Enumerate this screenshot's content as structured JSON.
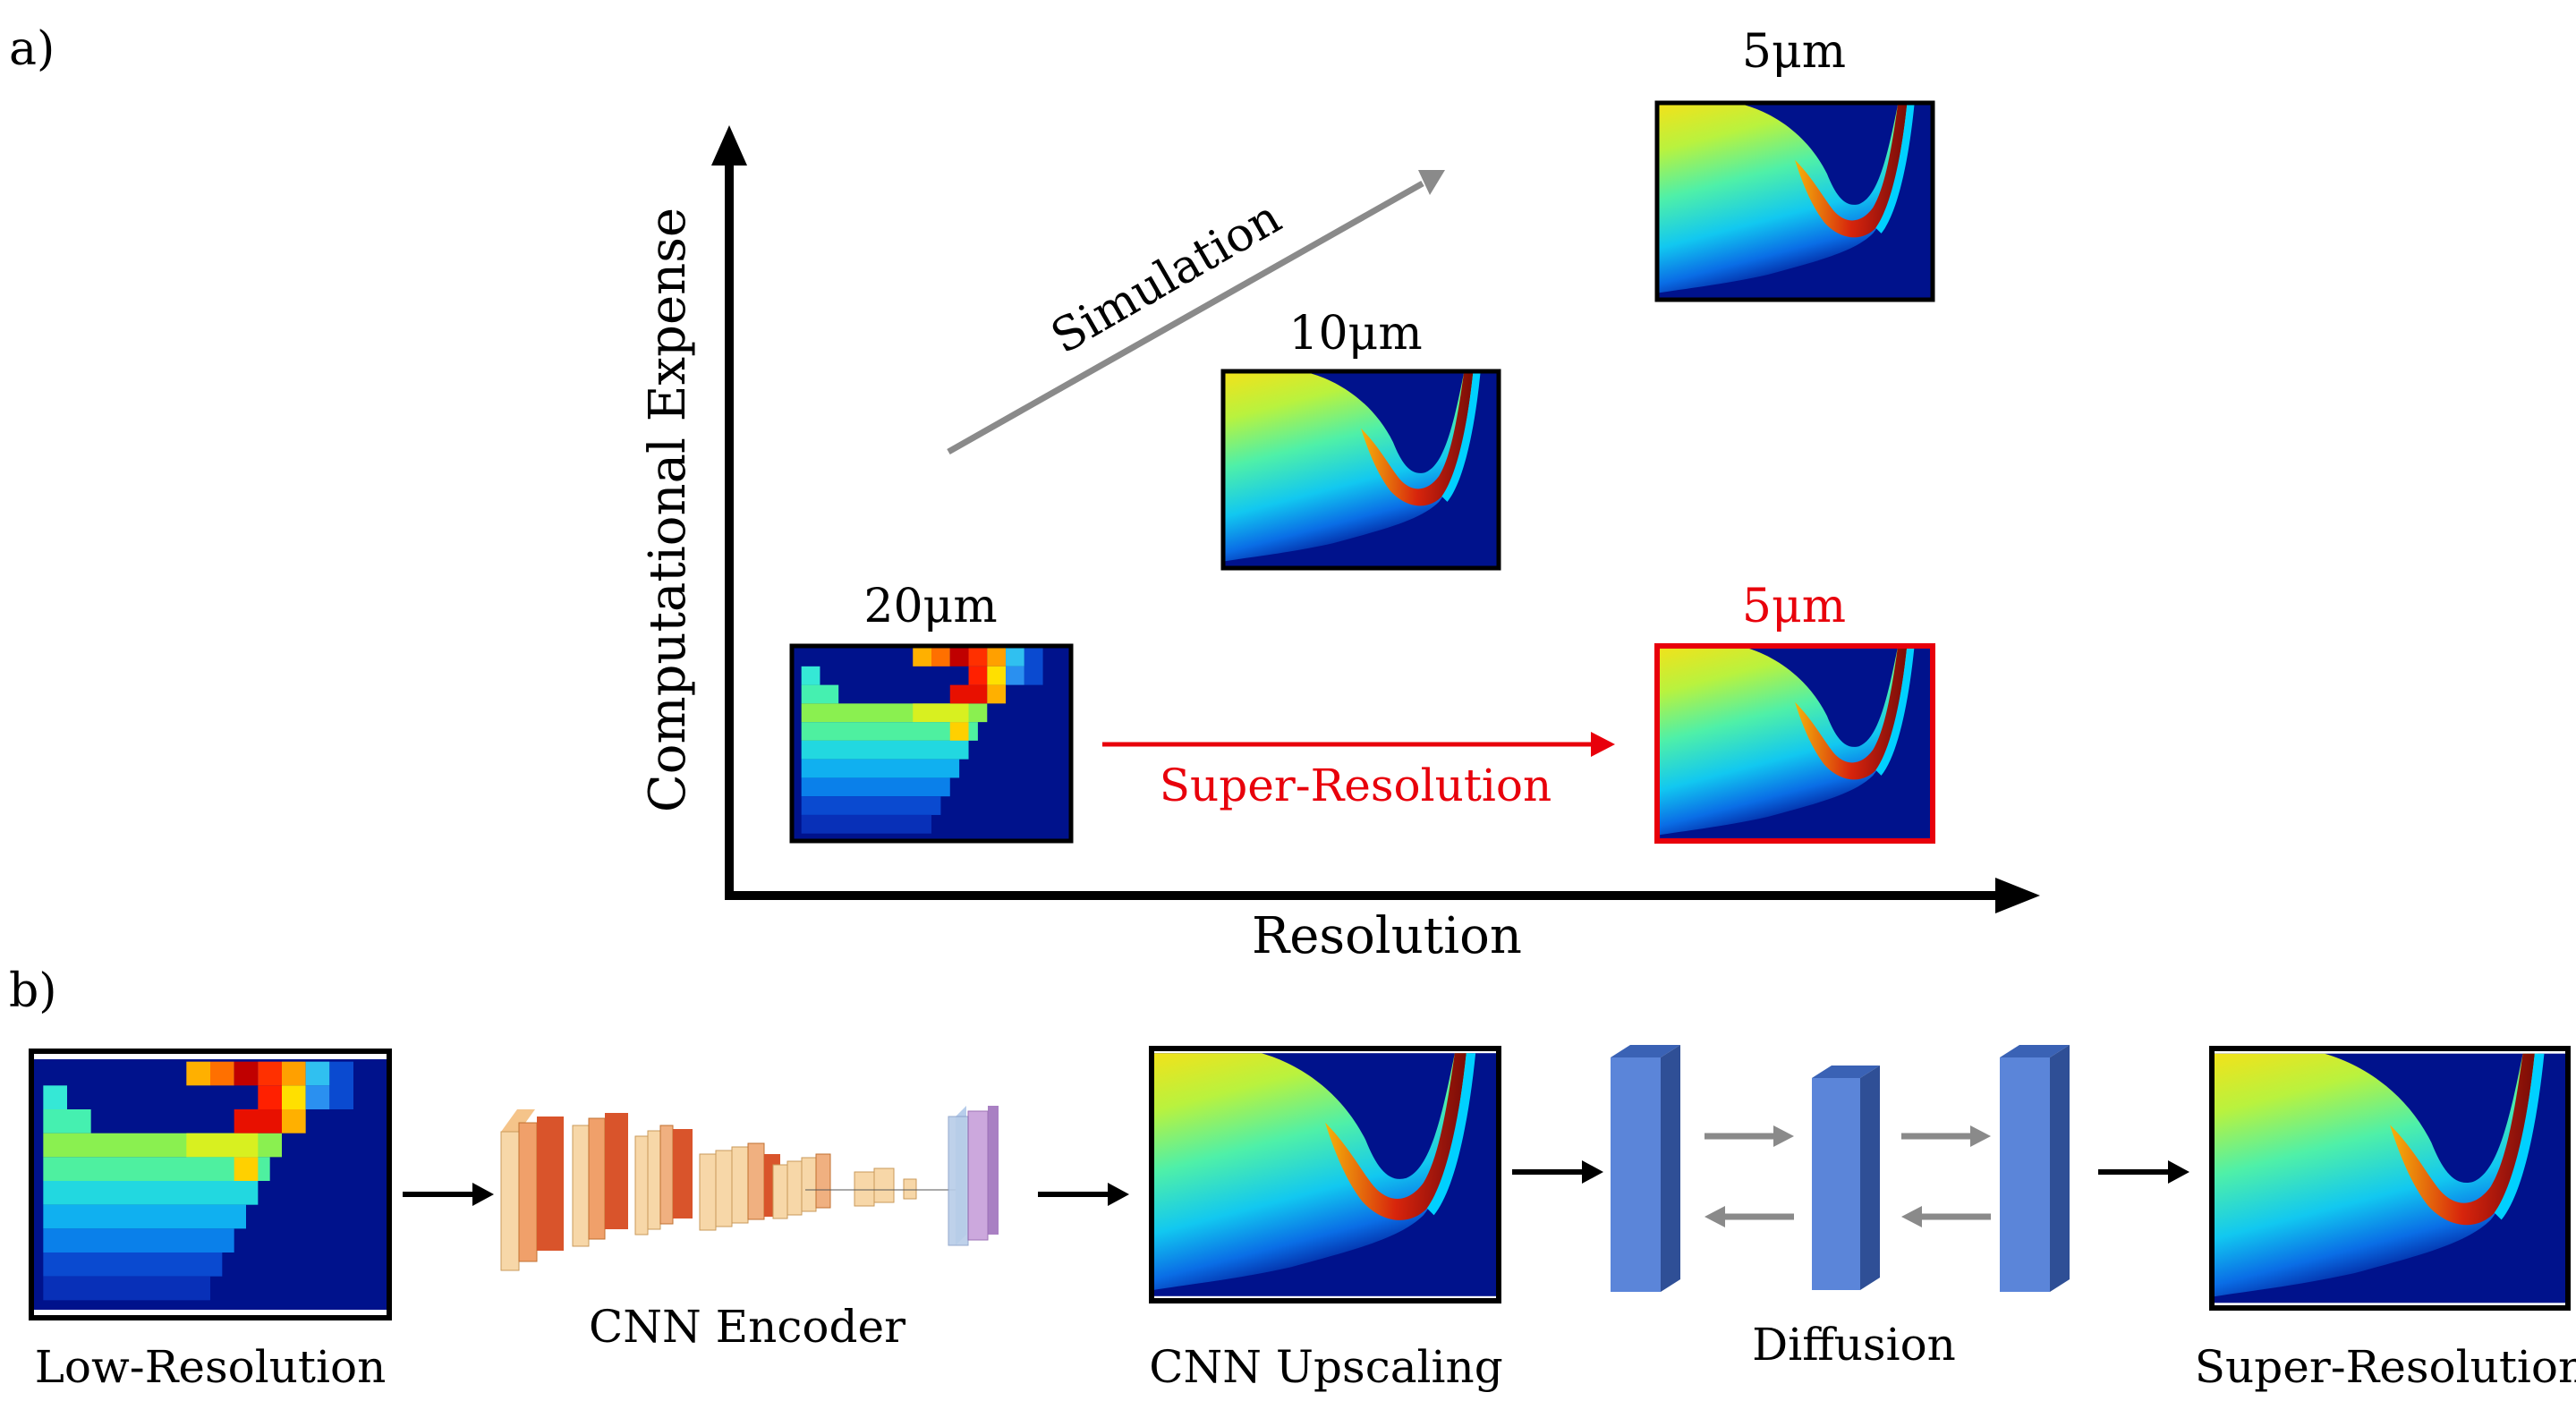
{
  "panel_a": {
    "label": "a)",
    "y_axis_label": "Computational Expense",
    "x_axis_label": "Resolution",
    "simulation_label": "Simulation",
    "super_resolution_label": "Super-Resolution",
    "res_20": "20μm",
    "res_10": "10μm",
    "res_5_sim": "5μm",
    "res_5_sr": "5μm",
    "sr_color": "#e8000b"
  },
  "panel_b": {
    "label": "b)",
    "low_resolution": "Low-Resolution",
    "cnn_encoder": "CNN Encoder",
    "cnn_upscaling": "CNN Upscaling",
    "diffusion": "Diffusion",
    "super_resolution": "Super-Resolution"
  },
  "colors": {
    "heatmap_background": "#00128c",
    "gray_arrow": "#8a8a8a",
    "diffusion_block": "#5b85d9"
  }
}
